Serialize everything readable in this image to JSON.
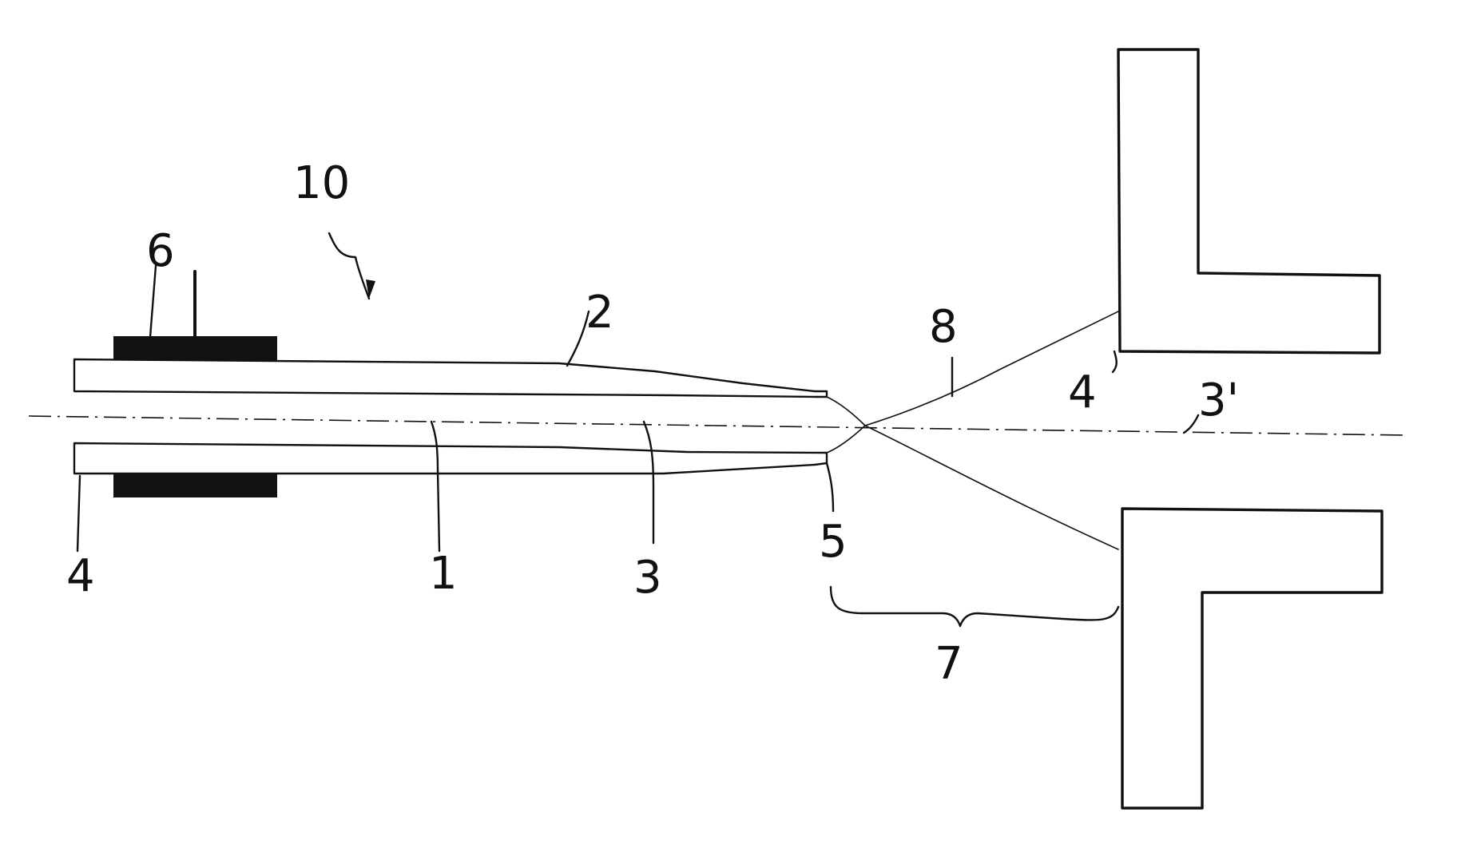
{
  "colors": {
    "ink": "#111111",
    "paper": "#ffffff"
  },
  "labels": {
    "l10": "10",
    "l6": "6",
    "l2": "2",
    "l8": "8",
    "l4_right": "4",
    "l3_prime": "3'",
    "l4_left": "4",
    "l1": "1",
    "l3": "3",
    "l5": "5",
    "l7": "7"
  }
}
